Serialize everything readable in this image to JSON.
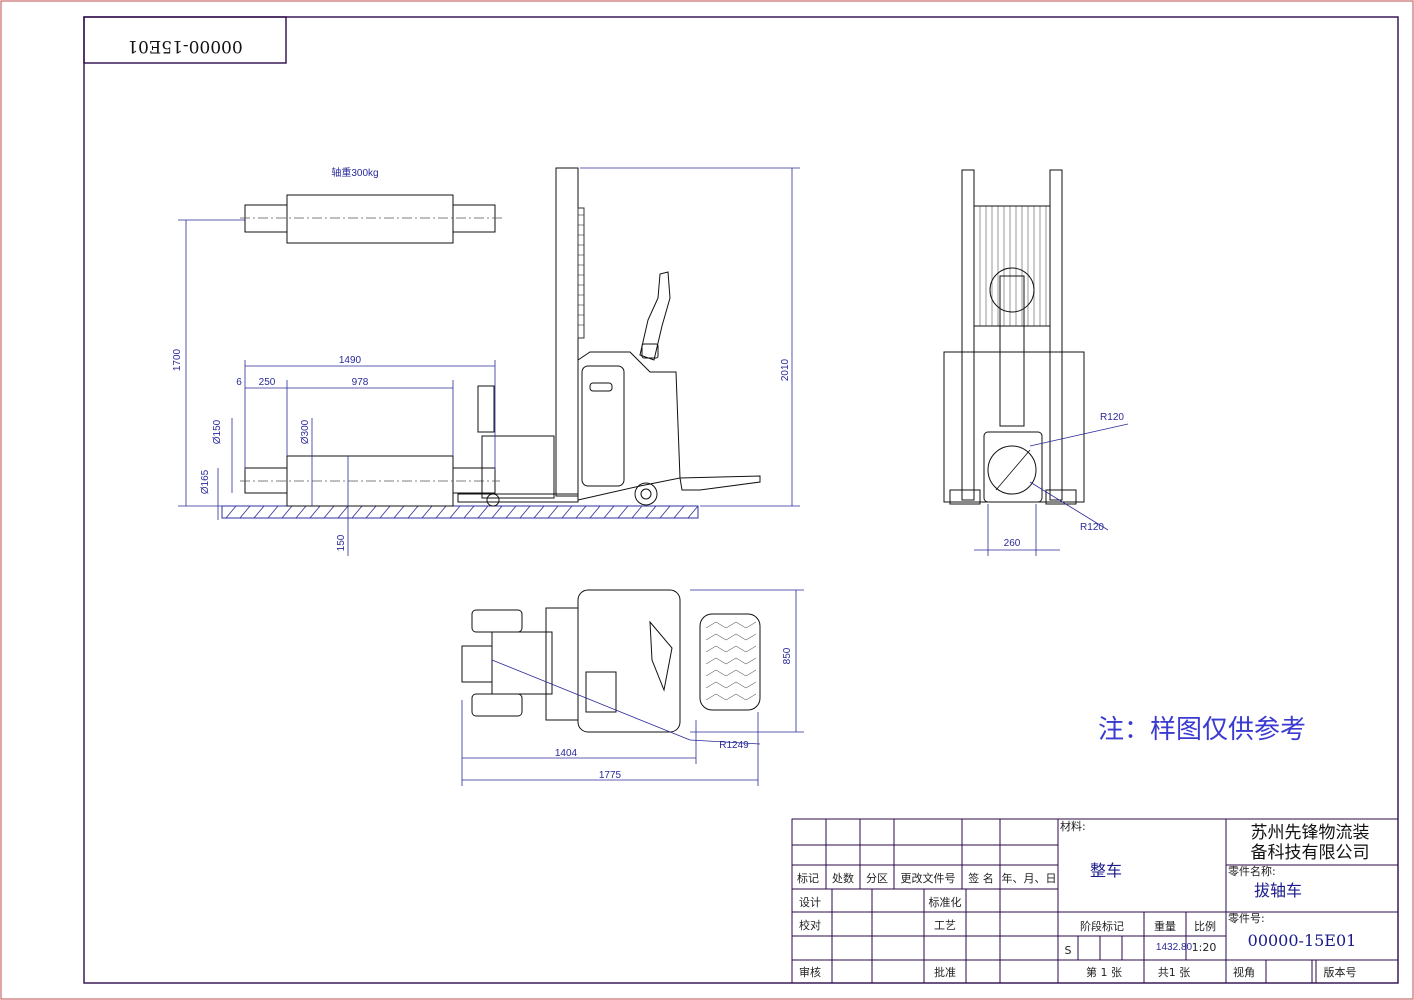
{
  "drawing": {
    "mirrored_code": "00000-15E01",
    "note": "注：样图仅供参考",
    "load_label": "轴重300kg"
  },
  "side_view": {
    "dims": {
      "total_length": "1490",
      "offset": "6",
      "shaft_len": "250",
      "body_len": "978",
      "height_1700": "1700",
      "height_2010": "2010",
      "dia_150": "Ø150",
      "dia_300": "Ø300",
      "dia_165": "Ø165",
      "ground_150": "150"
    }
  },
  "front_view": {
    "dims": {
      "r_top": "R120",
      "r_bottom": "R120",
      "width": "260"
    }
  },
  "top_view": {
    "dims": {
      "width_850": "850",
      "len_1404": "1404",
      "len_1775": "1775",
      "radius": "R1249"
    }
  },
  "title_block": {
    "headers": [
      "标记",
      "处数",
      "分区",
      "更改文件号",
      "签 名",
      "年、月、日"
    ],
    "rows": {
      "design": "设计",
      "standard": "标准化",
      "check": "校对",
      "process": "工艺",
      "review": "审核",
      "approve": "批准"
    },
    "material_label": "材料:",
    "material_value": "整车",
    "company_line1": "苏州先锋物流装",
    "company_line2": "备科技有限公司",
    "part_name_label": "零件名称:",
    "part_name": "拔轴车",
    "stage_label": "阶段标记",
    "weight_label": "重量",
    "scale_label": "比例",
    "stage_value": "S",
    "weight_value": "1432.80",
    "scale_value": "1:20",
    "part_no_label": "零件号:",
    "part_no": "00000-15E01",
    "sheet_label": "第 1 张",
    "total_label": "共1 张",
    "view_label": "视角",
    "version_label": "版本号"
  }
}
